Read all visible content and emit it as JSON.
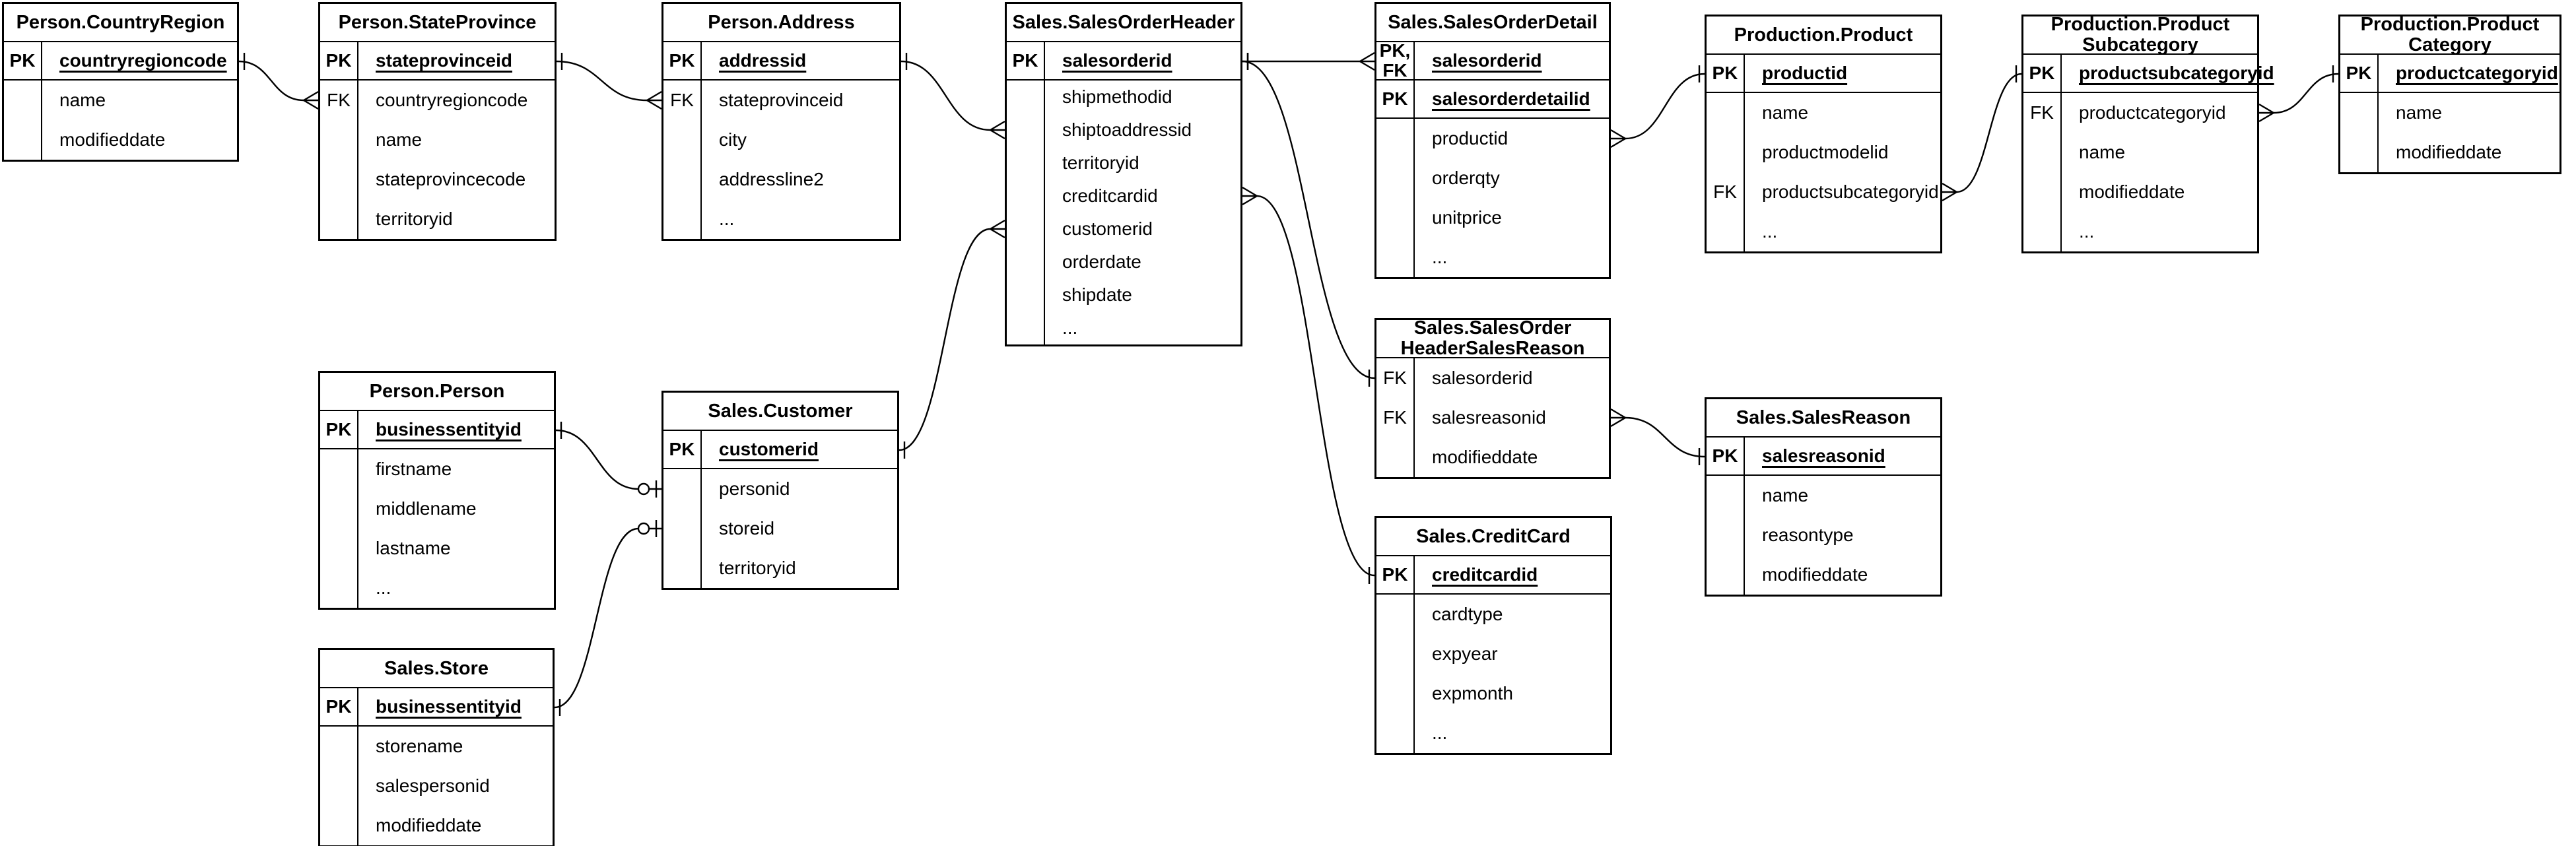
{
  "diagram": {
    "kind": "entity-relationship-diagram",
    "colors": {
      "stroke": "#000000",
      "background": "#ffffff",
      "text": "#000000",
      "box_fill": "#ffffff"
    },
    "notation": {
      "one": "bar",
      "many": "crow-foot",
      "zero-or-one": "circle-bar"
    },
    "entities": [
      {
        "id": "person_countryregion",
        "title": "Person.CountryRegion",
        "title_lines": [
          "Person.CountryRegion"
        ],
        "key_rows": [
          {
            "label_lines": [
              "PK"
            ],
            "field": "countryregioncode"
          }
        ],
        "fields": [
          {
            "label": "",
            "name": "name"
          },
          {
            "label": "",
            "name": "modifieddate"
          }
        ]
      },
      {
        "id": "person_stateprovince",
        "title": "Person.StateProvince",
        "title_lines": [
          "Person.StateProvince"
        ],
        "key_rows": [
          {
            "label_lines": [
              "PK"
            ],
            "field": "stateprovinceid"
          }
        ],
        "fields": [
          {
            "label": "FK",
            "name": "countryregioncode"
          },
          {
            "label": "",
            "name": "name"
          },
          {
            "label": "",
            "name": "stateprovincecode"
          },
          {
            "label": "",
            "name": "territoryid"
          }
        ]
      },
      {
        "id": "person_address",
        "title": "Person.Address",
        "title_lines": [
          "Person.Address"
        ],
        "key_rows": [
          {
            "label_lines": [
              "PK"
            ],
            "field": "addressid"
          }
        ],
        "fields": [
          {
            "label": "FK",
            "name": "stateprovinceid"
          },
          {
            "label": "",
            "name": "city"
          },
          {
            "label": "",
            "name": "addressline2"
          },
          {
            "label": "",
            "name": "..."
          }
        ]
      },
      {
        "id": "sales_salesorderheader",
        "title": "Sales.SalesOrderHeader",
        "title_lines": [
          "Sales.SalesOrderHeader"
        ],
        "key_rows": [
          {
            "label_lines": [
              "PK"
            ],
            "field": "salesorderid"
          }
        ],
        "fields": [
          {
            "label": "",
            "name": "shipmethodid"
          },
          {
            "label": "",
            "name": "shiptoaddressid"
          },
          {
            "label": "",
            "name": "territoryid"
          },
          {
            "label": "",
            "name": "creditcardid"
          },
          {
            "label": "",
            "name": "customerid"
          },
          {
            "label": "",
            "name": "orderdate"
          },
          {
            "label": "",
            "name": "shipdate"
          },
          {
            "label": "",
            "name": "..."
          }
        ]
      },
      {
        "id": "sales_salesorderdetail",
        "title": "Sales.SalesOrderDetail",
        "title_lines": [
          "Sales.SalesOrderDetail"
        ],
        "key_rows": [
          {
            "label_lines": [
              "PK,",
              "FK"
            ],
            "field": "salesorderid"
          },
          {
            "label_lines": [
              "PK"
            ],
            "field": "salesorderdetailid"
          }
        ],
        "fields": [
          {
            "label": "",
            "name": "productid"
          },
          {
            "label": "",
            "name": "orderqty"
          },
          {
            "label": "",
            "name": "unitprice"
          },
          {
            "label": "",
            "name": "..."
          }
        ]
      },
      {
        "id": "production_product",
        "title": "Production.Product",
        "title_lines": [
          "Production.Product"
        ],
        "key_rows": [
          {
            "label_lines": [
              "PK"
            ],
            "field": "productid"
          }
        ],
        "fields": [
          {
            "label": "",
            "name": "name"
          },
          {
            "label": "",
            "name": "productmodelid"
          },
          {
            "label": "FK",
            "name": "productsubcategoryid"
          },
          {
            "label": "",
            "name": "..."
          }
        ]
      },
      {
        "id": "production_productsubcategory",
        "title": "Production.ProductSubcategory",
        "title_lines": [
          "Production.Product",
          "Subcategory"
        ],
        "key_rows": [
          {
            "label_lines": [
              "PK"
            ],
            "field": "productsubcategoryid"
          }
        ],
        "fields": [
          {
            "label": "FK",
            "name": "productcategoryid"
          },
          {
            "label": "",
            "name": "name"
          },
          {
            "label": "",
            "name": "modifieddate"
          },
          {
            "label": "",
            "name": "..."
          }
        ]
      },
      {
        "id": "production_productcategory",
        "title": "Production.ProductCategory",
        "title_lines": [
          "Production.Product",
          "Category"
        ],
        "key_rows": [
          {
            "label_lines": [
              "PK"
            ],
            "field": "productcategoryid"
          }
        ],
        "fields": [
          {
            "label": "",
            "name": "name"
          },
          {
            "label": "",
            "name": "modifieddate"
          }
        ]
      },
      {
        "id": "person_person",
        "title": "Person.Person",
        "title_lines": [
          "Person.Person"
        ],
        "key_rows": [
          {
            "label_lines": [
              "PK"
            ],
            "field": "businessentityid"
          }
        ],
        "fields": [
          {
            "label": "",
            "name": "firstname"
          },
          {
            "label": "",
            "name": "middlename"
          },
          {
            "label": "",
            "name": "lastname"
          },
          {
            "label": "",
            "name": "..."
          }
        ]
      },
      {
        "id": "sales_customer",
        "title": "Sales.Customer",
        "title_lines": [
          "Sales.Customer"
        ],
        "key_rows": [
          {
            "label_lines": [
              "PK"
            ],
            "field": "customerid"
          }
        ],
        "fields": [
          {
            "label": "",
            "name": "personid"
          },
          {
            "label": "",
            "name": "storeid"
          },
          {
            "label": "",
            "name": "territoryid"
          }
        ]
      },
      {
        "id": "sales_store",
        "title": "Sales.Store",
        "title_lines": [
          "Sales.Store"
        ],
        "key_rows": [
          {
            "label_lines": [
              "PK"
            ],
            "field": "businessentityid"
          }
        ],
        "fields": [
          {
            "label": "",
            "name": "storename"
          },
          {
            "label": "",
            "name": "salespersonid"
          },
          {
            "label": "",
            "name": "modifieddate"
          }
        ]
      },
      {
        "id": "sales_salesorderheadersalesreason",
        "title": "Sales.SalesOrderHeaderSalesReason",
        "title_lines": [
          "Sales.SalesOrder",
          "HeaderSalesReason"
        ],
        "key_rows": [],
        "fields": [
          {
            "label": "FK",
            "name": "salesorderid"
          },
          {
            "label": "FK",
            "name": "salesreasonid"
          },
          {
            "label": "",
            "name": "modifieddate"
          }
        ]
      },
      {
        "id": "sales_salesreason",
        "title": "Sales.SalesReason",
        "title_lines": [
          "Sales.SalesReason"
        ],
        "key_rows": [
          {
            "label_lines": [
              "PK"
            ],
            "field": "salesreasonid"
          }
        ],
        "fields": [
          {
            "label": "",
            "name": "name"
          },
          {
            "label": "",
            "name": "reasontype"
          },
          {
            "label": "",
            "name": "modifieddate"
          }
        ]
      },
      {
        "id": "sales_creditcard",
        "title": "Sales.CreditCard",
        "title_lines": [
          "Sales.CreditCard"
        ],
        "key_rows": [
          {
            "label_lines": [
              "PK"
            ],
            "field": "creditcardid"
          }
        ],
        "fields": [
          {
            "label": "",
            "name": "cardtype"
          },
          {
            "label": "",
            "name": "expyear"
          },
          {
            "label": "",
            "name": "expmonth"
          },
          {
            "label": "",
            "name": "..."
          }
        ]
      }
    ],
    "relationships": [
      {
        "id": "countryregion-stateprovince",
        "from": "person_countryregion",
        "from_field": "countryregioncode",
        "from_cardinality": "one",
        "to": "person_stateprovince",
        "to_field": "countryregioncode",
        "to_cardinality": "many"
      },
      {
        "id": "stateprovince-address",
        "from": "person_stateprovince",
        "from_field": "stateprovinceid",
        "from_cardinality": "one",
        "to": "person_address",
        "to_field": "stateprovinceid",
        "to_cardinality": "many"
      },
      {
        "id": "address-salesorderheader",
        "from": "person_address",
        "from_field": "addressid",
        "from_cardinality": "one",
        "to": "sales_salesorderheader",
        "to_field": "shiptoaddressid",
        "to_cardinality": "many"
      },
      {
        "id": "customer-salesorderheader",
        "from": "sales_customer",
        "from_field": "customerid",
        "from_cardinality": "one",
        "to": "sales_salesorderheader",
        "to_field": "customerid",
        "to_cardinality": "many"
      },
      {
        "id": "salesorderheader-salesorderdetail",
        "from": "sales_salesorderheader",
        "from_field": "salesorderid",
        "from_cardinality": "one",
        "to": "sales_salesorderdetail",
        "to_field": "salesorderid",
        "to_cardinality": "many"
      },
      {
        "id": "salesorderheader-headersalesreason",
        "from": "sales_salesorderheader",
        "from_field": "salesorderid",
        "from_cardinality": "one",
        "to": "sales_salesorderheadersalesreason",
        "to_field": "salesorderid",
        "to_cardinality": "one"
      },
      {
        "id": "salesorderheader-creditcard",
        "from": "sales_salesorderheader",
        "from_field": "creditcardid",
        "from_cardinality": "many",
        "to": "sales_creditcard",
        "to_field": "creditcardid",
        "to_cardinality": "one"
      },
      {
        "id": "salesorderdetail-product",
        "from": "sales_salesorderdetail",
        "from_field": "productid",
        "from_cardinality": "many",
        "to": "production_product",
        "to_field": "productid",
        "to_cardinality": "one"
      },
      {
        "id": "product-productsubcategory",
        "from": "production_product",
        "from_field": "productsubcategoryid",
        "from_cardinality": "many",
        "to": "production_productsubcategory",
        "to_field": "productsubcategoryid",
        "to_cardinality": "one"
      },
      {
        "id": "productsubcategory-productcategory",
        "from": "production_productsubcategory",
        "from_field": "productcategoryid",
        "from_cardinality": "many",
        "to": "production_productcategory",
        "to_field": "productcategoryid",
        "to_cardinality": "one"
      },
      {
        "id": "headersalesreason-salesreason",
        "from": "sales_salesorderheadersalesreason",
        "from_field": "salesreasonid",
        "from_cardinality": "many",
        "to": "sales_salesreason",
        "to_field": "salesreasonid",
        "to_cardinality": "one"
      },
      {
        "id": "person-customer",
        "from": "person_person",
        "from_field": "businessentityid",
        "from_cardinality": "one",
        "to": "sales_customer",
        "to_field": "personid",
        "to_cardinality": "zero-or-one"
      },
      {
        "id": "store-customer",
        "from": "sales_store",
        "from_field": "businessentityid",
        "from_cardinality": "one",
        "to": "sales_customer",
        "to_field": "storeid",
        "to_cardinality": "zero-or-one"
      }
    ]
  }
}
